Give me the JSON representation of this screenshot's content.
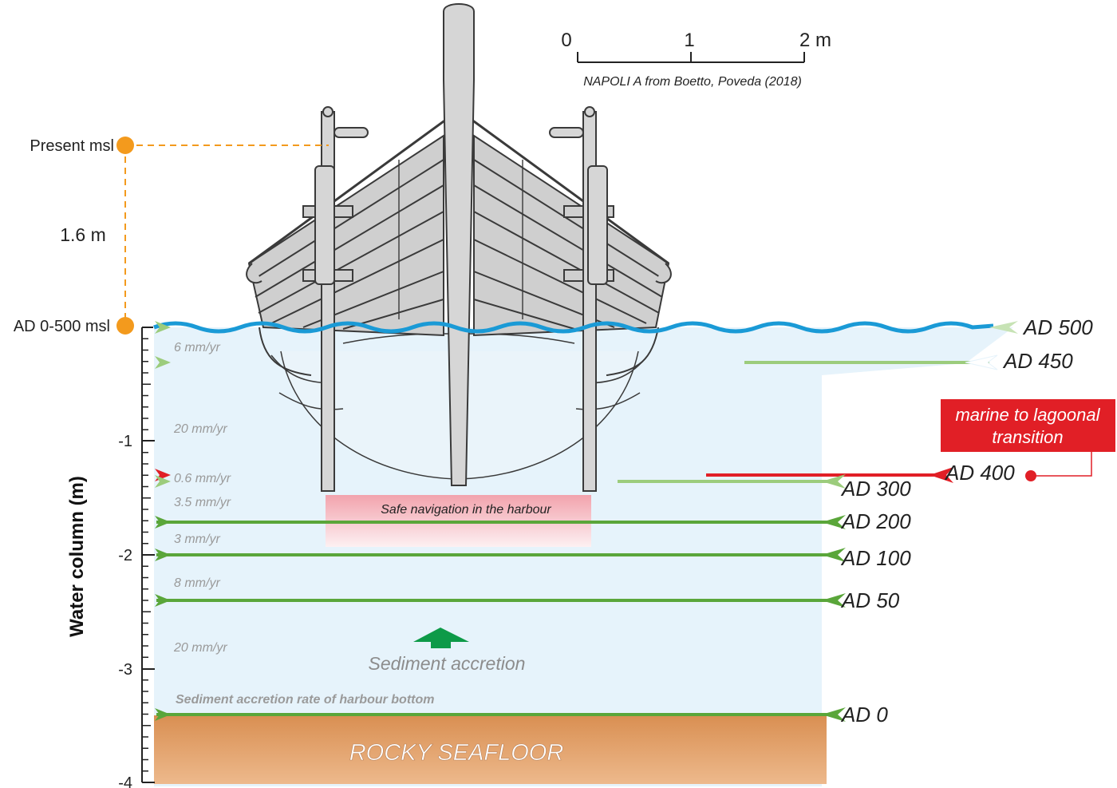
{
  "scale_bar": {
    "ticks": [
      "0",
      "1",
      "2 m"
    ],
    "caption": "NAPOLI A from Boetto, Poveda (2018)"
  },
  "sea_level": {
    "present_label": "Present msl",
    "ancient_label": "AD 0-500 msl",
    "difference_label": "1.6 m"
  },
  "axis": {
    "title": "Water column (m)",
    "ticks": [
      "-1",
      "-2",
      "-3",
      "-4"
    ],
    "range_m": [
      -4,
      0
    ]
  },
  "rates": [
    "6 mm/yr",
    "20 mm/yr",
    "0.6 mm/yr",
    "3.5 mm/yr",
    "3 mm/yr",
    "8 mm/yr",
    "20 mm/yr"
  ],
  "levels": [
    {
      "label": "AD 500",
      "depth_m": 0
    },
    {
      "label": "AD 450",
      "depth_m": -0.3
    },
    {
      "label": "AD 400",
      "depth_m": -1.3
    },
    {
      "label": "AD 300",
      "depth_m": -1.35
    },
    {
      "label": "AD 200",
      "depth_m": -1.7
    },
    {
      "label": "AD 100",
      "depth_m": -2.0
    },
    {
      "label": "AD 50",
      "depth_m": -2.4
    },
    {
      "label": "AD 0",
      "depth_m": -3.4
    }
  ],
  "transition": {
    "label_line1": "marine to lagoonal",
    "label_line2": "transition"
  },
  "annotations": {
    "safe_navigation": "Safe navigation in the harbour",
    "sediment_accretion": "Sediment accretion",
    "accretion_rate": "Sediment accretion rate of harbour bottom",
    "seafloor": "ROCKY SEAFLOOR"
  },
  "colors": {
    "water": "#e6f3fb",
    "sea_surface": "#1a9ad6",
    "seafloor": "#d9955e",
    "green_dark": "#5aa63a",
    "green_light": "#9ccc7c",
    "red": "#e11f26",
    "orange": "#f39a1d"
  }
}
